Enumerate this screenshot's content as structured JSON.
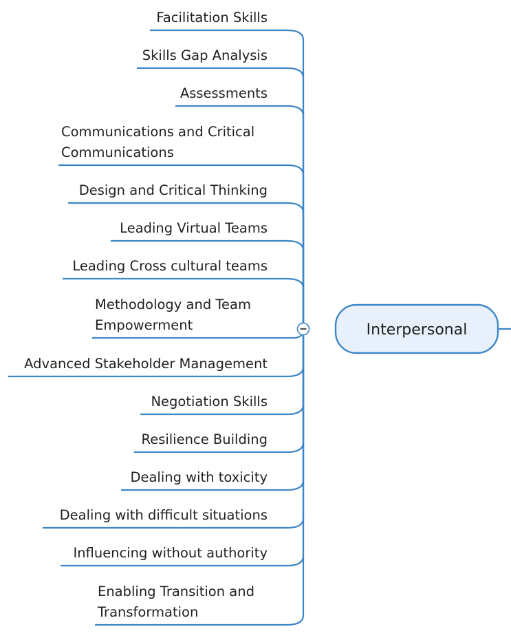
{
  "central_topic": {
    "label": "Interpersonal"
  },
  "collapse_toggle": {
    "icon": "minus-icon",
    "state": "expanded"
  },
  "colors": {
    "line": "#3d86c6",
    "central_fill": "#e8f1fb",
    "text": "#1f1f1f"
  },
  "subtopics": [
    {
      "lines": [
        "Facilitation Skills"
      ]
    },
    {
      "lines": [
        "Skills Gap Analysis"
      ]
    },
    {
      "lines": [
        "Assessments"
      ]
    },
    {
      "lines": [
        "Communications and Critical",
        "Communications"
      ]
    },
    {
      "lines": [
        "Design and Critical Thinking"
      ]
    },
    {
      "lines": [
        "Leading Virtual Teams"
      ]
    },
    {
      "lines": [
        "Leading Cross cultural teams"
      ]
    },
    {
      "lines": [
        "Methodology and Team",
        "Empowerment"
      ]
    },
    {
      "lines": [
        "Advanced Stakeholder Management"
      ]
    },
    {
      "lines": [
        "Negotiation Skills"
      ]
    },
    {
      "lines": [
        "Resilience Building"
      ]
    },
    {
      "lines": [
        "Dealing with toxicity"
      ]
    },
    {
      "lines": [
        "Dealing with difficult situations"
      ]
    },
    {
      "lines": [
        "Influencing without authority"
      ]
    },
    {
      "lines": [
        "Enabling Transition and",
        "Transformation"
      ]
    }
  ]
}
